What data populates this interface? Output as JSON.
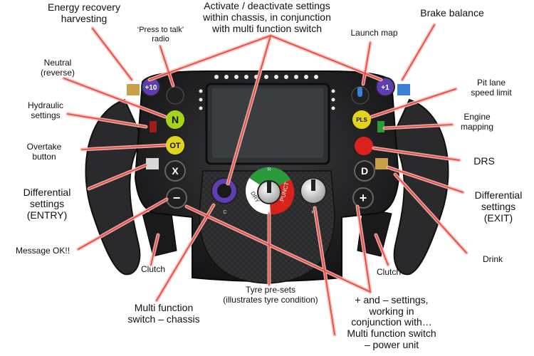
{
  "labels": {
    "energy_recovery": [
      "Energy recovery",
      "harvesting"
    ],
    "activate_deactivate": [
      "Activate / deactivate settings",
      "within chassis, in conjunction",
      "with multi function switch"
    ],
    "brake_balance": [
      "Brake balance"
    ],
    "press_to_talk": [
      "‘Press to talk’",
      "radio"
    ],
    "launch_map": [
      "Launch map"
    ],
    "neutral": [
      "Neutral",
      "(reverse)"
    ],
    "pit_lane": [
      "Pit lane",
      "speed limit"
    ],
    "hydraulic": [
      "Hydraulic",
      "settings"
    ],
    "engine_mapping": [
      "Engine",
      "mapping"
    ],
    "overtake": [
      "Overtake",
      "button"
    ],
    "drs": [
      "DRS"
    ],
    "diff_entry": [
      "Differential",
      "settings",
      "(ENTRY)"
    ],
    "diff_exit": [
      "Differential",
      "settings",
      "(EXIT)"
    ],
    "message_ok": [
      "Message OK!!"
    ],
    "drink": [
      "Drink"
    ],
    "clutch_left": [
      "Clutch"
    ],
    "clutch_right": [
      "Clutch"
    ],
    "tyre_presets": [
      "Tyre pre-sets",
      "(illustrates tyre condition)"
    ],
    "mfs_chassis": [
      "Multi function",
      "switch – chassis"
    ],
    "plus_minus": [
      "+ and – settings,",
      "working in",
      "conjunction with…",
      "Multi function switch",
      "– power unit"
    ]
  },
  "buttons": {
    "plus10": "+10",
    "plus1": "+1",
    "n": "N",
    "pls": "PLS",
    "ot": "OT",
    "x": "X",
    "d": "D",
    "minus": "−",
    "plus": "+"
  },
  "dial_labels": {
    "dry": "DRY",
    "punct": "PUNCT",
    "c": "C",
    "h": "H",
    "r": "R"
  },
  "colors": {
    "arrow": "#e8443a",
    "arrow_glow": "#f7b4ae",
    "wheel_body": "#1c1c1e",
    "grip": "#2b2b2e",
    "carbon": "#3a3a3c",
    "screen": "#2e3133",
    "btn_green": "#a6d31a",
    "btn_yellow": "#e2d31c",
    "btn_red": "#d9221c",
    "btn_purple": "#5b3fb3",
    "btn_blue": "#3b7fd6",
    "led_white": "#eaeaea"
  }
}
